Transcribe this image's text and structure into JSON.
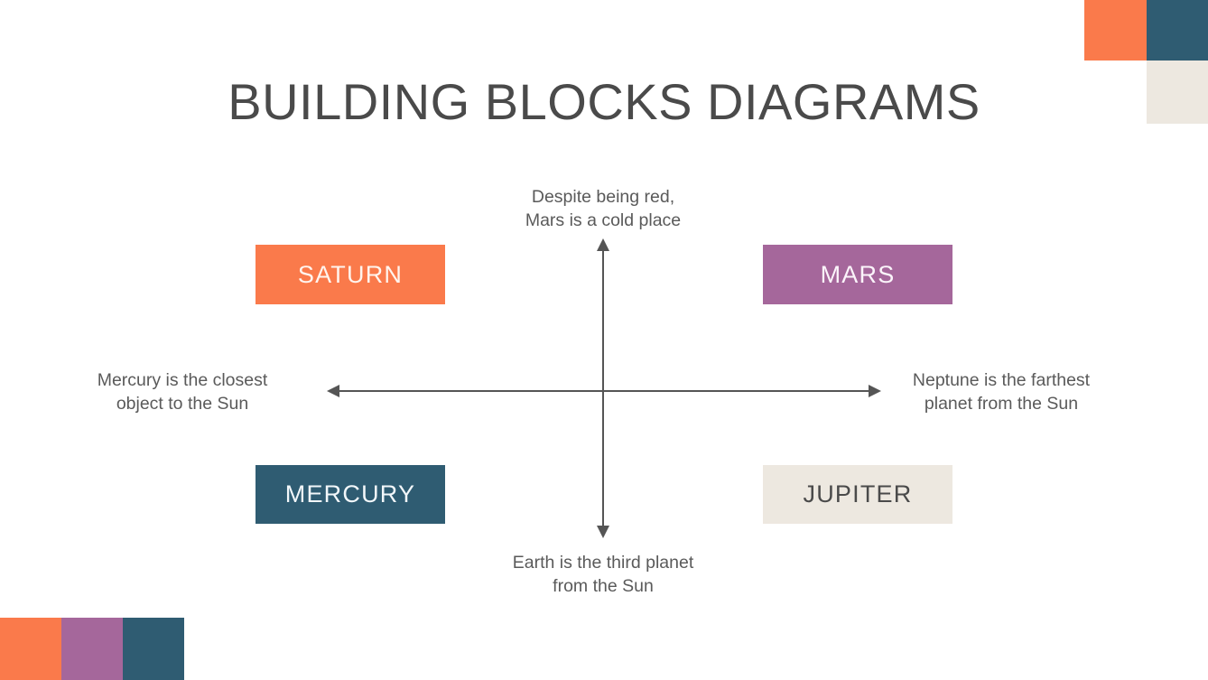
{
  "slide": {
    "title": "BUILDING BLOCKS DIAGRAMS",
    "background_color": "#ffffff",
    "title_color": "#4A4A4A"
  },
  "blocks": [
    {
      "label": "SATURN",
      "fill": "#FA7A4B",
      "text_color": "#FFF4EE",
      "quadrant": "top-left"
    },
    {
      "label": "MARS",
      "fill": "#A5679B",
      "text_color": "#FBF4FA",
      "quadrant": "top-right"
    },
    {
      "label": "MERCURY",
      "fill": "#2F5C72",
      "text_color": "#F2F7FA",
      "quadrant": "bottom-left"
    },
    {
      "label": "JUPITER",
      "fill": "#EDE8E0",
      "text_color": "#4A4A4A",
      "quadrant": "bottom-right"
    }
  ],
  "notes": {
    "top": "Despite being red,\nMars is a cold place",
    "left": "Mercury is the closest\nobject to the Sun",
    "right": "Neptune is the farthest\nplanet from the Sun",
    "bottom": "Earth is the third planet\nfrom the Sun"
  },
  "axes": {
    "line_color": "#555555",
    "horizontal_arrows": "both",
    "vertical_arrows": "both"
  },
  "decorations": {
    "top_right": [
      {
        "name": "orange-square",
        "color": "#FA7A4B"
      },
      {
        "name": "teal-square",
        "color": "#2F5C72"
      },
      {
        "name": "cream-square",
        "color": "#EDE8E0"
      }
    ],
    "bottom_left": [
      {
        "name": "orange-square",
        "color": "#FA7A4B"
      },
      {
        "name": "purple-square",
        "color": "#A5679B"
      },
      {
        "name": "teal-square",
        "color": "#2F5C72"
      }
    ]
  }
}
